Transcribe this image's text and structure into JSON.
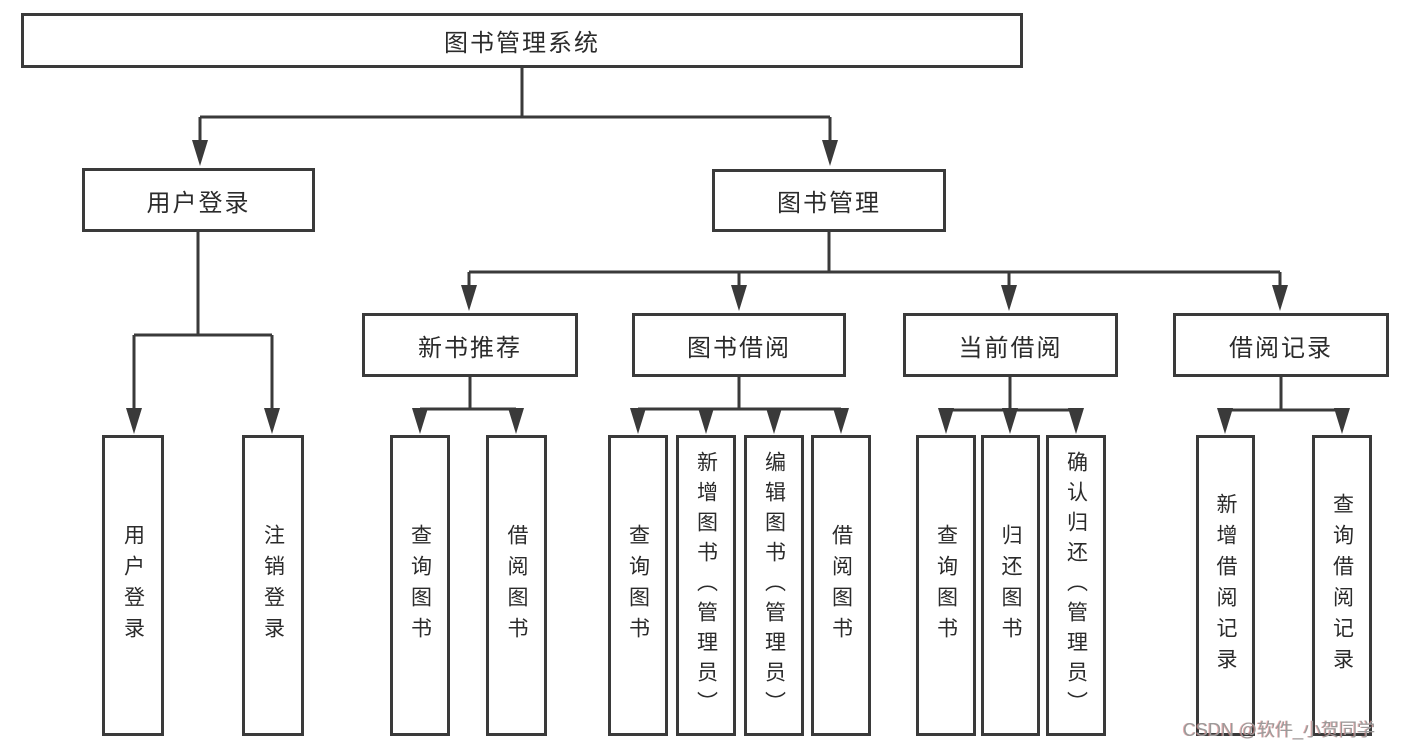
{
  "diagram": {
    "nodes": {
      "root": {
        "label": "图书管理系统"
      },
      "user_login": {
        "label": "用户登录"
      },
      "book_mgmt": {
        "label": "图书管理"
      },
      "new_book_recommend": {
        "label": "新书推荐"
      },
      "book_borrow": {
        "label": "图书借阅"
      },
      "current_borrow": {
        "label": "当前借阅"
      },
      "borrow_record": {
        "label": "借阅记录"
      },
      "leaf_user_login": {
        "label": "用户登录"
      },
      "leaf_logout": {
        "label": "注销登录"
      },
      "leaf_query_book_a": {
        "label": "查询图书"
      },
      "leaf_borrow_book_a": {
        "label": "借阅图书"
      },
      "leaf_query_book_b": {
        "label": "查询图书"
      },
      "leaf_add_book_admin": {
        "label": "新增图书（管理员）"
      },
      "leaf_edit_book_admin": {
        "label": "编辑图书（管理员）"
      },
      "leaf_borrow_book_b": {
        "label": "借阅图书"
      },
      "leaf_query_book_c": {
        "label": "查询图书"
      },
      "leaf_return_book": {
        "label": "归还图书"
      },
      "leaf_confirm_return_admin": {
        "label": "确认归还（管理员）"
      },
      "leaf_add_borrow_record": {
        "label": "新增借阅记录"
      },
      "leaf_query_borrow_record": {
        "label": "查询借阅记录"
      }
    },
    "colors": {
      "line": "#3a3a3a",
      "text": "#2b2b2b",
      "background": "#ffffff"
    }
  },
  "watermark": {
    "text": "CSDN @软件_小贺同学"
  }
}
